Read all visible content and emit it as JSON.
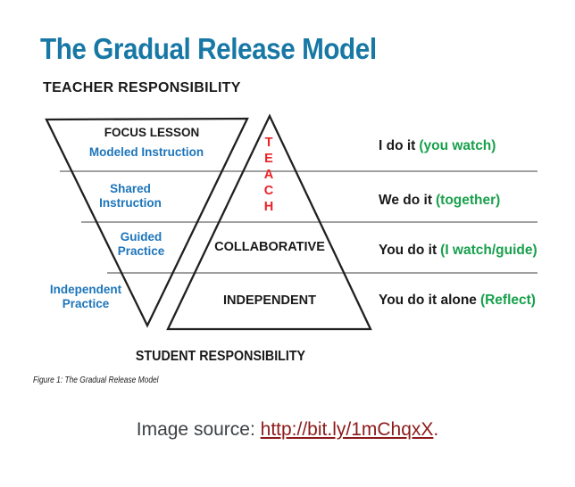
{
  "title": {
    "text": "The Gradual Release Model"
  },
  "colors": {
    "title_blue": "#1878A5",
    "label_blue": "#1C75BB",
    "teach_red": "#EC2227",
    "green": "#18A04C",
    "divider_gray": "#808080",
    "triangle_outline": "#202020",
    "link_dark_red": "#8C1A1A",
    "source_text_gray": "#3D4145"
  },
  "diagram": {
    "teacher_header": "TEACHER RESPONSIBILITY",
    "student_footer": "STUDENT RESPONSIBILITY",
    "teach_letters": [
      "T",
      "E",
      "A",
      "C",
      "H"
    ],
    "inverted_triangle": {
      "row1_title": "FOCUS LESSON",
      "row1_subtitle": "Modeled Instruction",
      "row2": [
        "Shared",
        "Instruction"
      ],
      "row3": [
        "Guided",
        "Practice"
      ],
      "row4": [
        "Independent",
        "Practice"
      ]
    },
    "upright_triangle": {
      "row3_label": "COLLABORATIVE",
      "row4_label": "INDEPENDENT"
    },
    "responsibility_rows": [
      {
        "black": "I do it",
        "green": "(you watch)"
      },
      {
        "black": "We do it",
        "green": "(together)"
      },
      {
        "black": "You do it",
        "green": "(I watch/guide)"
      },
      {
        "black": "You do it alone",
        "green": "(Reflect)"
      }
    ]
  },
  "caption": {
    "text": "Figure 1: The Gradual Release Model"
  },
  "source": {
    "prefix": "Image source: ",
    "link_text": "http://bit.ly/1mChqxX",
    "suffix": "."
  }
}
